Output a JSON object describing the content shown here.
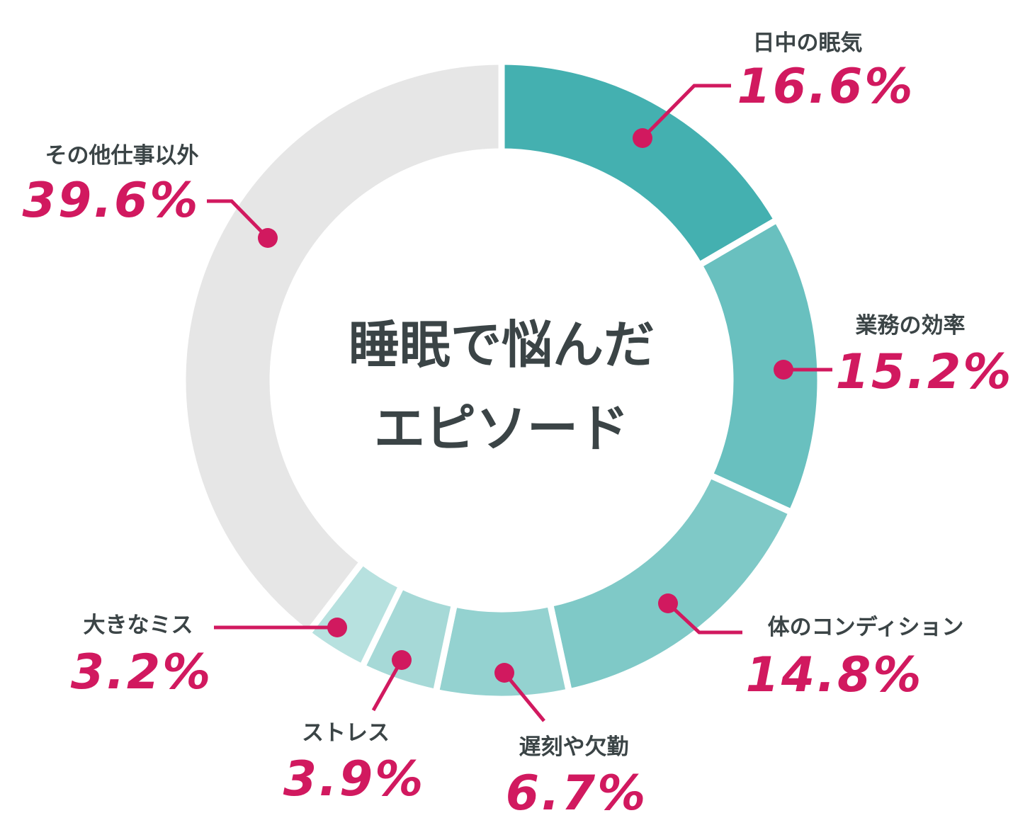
{
  "chart_data": {
    "type": "pie",
    "title": "睡眠で悩んだエピソード",
    "title_lines": [
      "睡眠で悩んだ",
      "エピソード"
    ],
    "categories": [
      "日中の眠気",
      "業務の効率",
      "体のコンディション",
      "遅刻や欠勤",
      "ストレス",
      "大きなミス",
      "その他仕事以外"
    ],
    "values": [
      16.6,
      15.2,
      14.8,
      6.7,
      3.9,
      3.2,
      39.6
    ],
    "value_labels": [
      "16.6%",
      "15.2%",
      "14.8%",
      "6.7%",
      "3.9%",
      "3.2%",
      "39.6%"
    ],
    "colors": [
      "#44b0b0",
      "#69c0bf",
      "#7fc9c7",
      "#94d2d0",
      "#a6d9d7",
      "#b7e1df",
      "#e6e6e6"
    ],
    "donut": true,
    "legend": "none",
    "grid": false
  },
  "colors": {
    "accent": "#d1195f",
    "text": "#3b4446",
    "separator": "#ffffff"
  }
}
